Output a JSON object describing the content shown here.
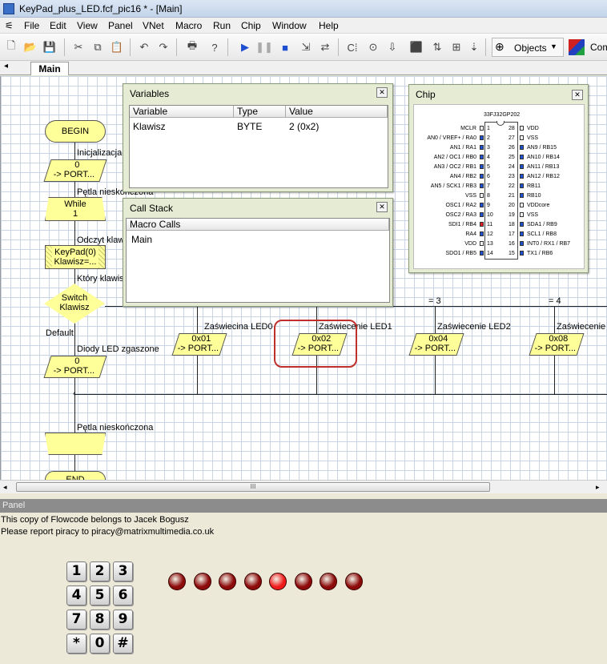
{
  "window": {
    "title": "KeyPad_plus_LED.fcf_pic16 * - [Main]"
  },
  "menu": [
    "File",
    "Edit",
    "View",
    "Panel",
    "VNet",
    "Macro",
    "Run",
    "Chip",
    "Window",
    "Help"
  ],
  "toolbar": {
    "objects_label": "Objects",
    "components_label": "Com"
  },
  "tabs": [
    {
      "label": "Main"
    }
  ],
  "flow": {
    "begin": "BEGIN",
    "init_label": "Inicjalizacja",
    "init_box": [
      "0",
      "-> PORT..."
    ],
    "loop_label": "Pętla nieskończona",
    "while_box": [
      "While",
      "1"
    ],
    "read_label": "Odczyt klaw",
    "keypad_box": [
      "KeyPad(0)",
      "Klawisz=..."
    ],
    "which_label": "Który klawis",
    "switch_box": [
      "Switch",
      "Klawisz"
    ],
    "default_label": "Default",
    "leds_off_label": "Diody LED zgaszone",
    "default_box": [
      "0",
      "-> PORT..."
    ],
    "eq3": "= 3",
    "eq4": "= 4",
    "cases": [
      {
        "label": "Zaświecina LED0",
        "box": [
          "0x01",
          "-> PORT..."
        ]
      },
      {
        "label": "Zaświecenie LED1",
        "box": [
          "0x02",
          "-> PORT..."
        ]
      },
      {
        "label": "Zaświecenie LED2",
        "box": [
          "0x04",
          "-> PORT..."
        ]
      },
      {
        "label": "Zaświecenie",
        "box": [
          "0x08",
          "-> PORT..."
        ]
      }
    ],
    "loop_end_label": "Pętla nieskończona",
    "end_partial": "END"
  },
  "variables_window": {
    "title": "Variables",
    "columns": [
      "Variable",
      "Type",
      "Value"
    ],
    "rows": [
      {
        "variable": "Klawisz",
        "type": "BYTE",
        "value": "2 (0x2)"
      }
    ]
  },
  "callstack_window": {
    "title": "Call Stack",
    "column": "Macro Calls",
    "rows": [
      "Main"
    ]
  },
  "chip_window": {
    "title": "Chip",
    "chip_name": "33FJ32GP202",
    "left_pins": [
      {
        "n": "1",
        "name": "MCLR",
        "c": "#ffffff"
      },
      {
        "n": "2",
        "name": "AN0 / VREF+ / RA0",
        "c": "#1f4fd1"
      },
      {
        "n": "3",
        "name": "AN1 / RA1",
        "c": "#1f4fd1"
      },
      {
        "n": "4",
        "name": "AN2 / OC1 / RB0",
        "c": "#1f4fd1"
      },
      {
        "n": "5",
        "name": "AN3 / OC2 / RB1",
        "c": "#1f4fd1"
      },
      {
        "n": "6",
        "name": "AN4 / RB2",
        "c": "#1f4fd1"
      },
      {
        "n": "7",
        "name": "AN5 / SCK1 / RB3",
        "c": "#1f4fd1"
      },
      {
        "n": "8",
        "name": "VSS",
        "c": "#ffffff"
      },
      {
        "n": "9",
        "name": "OSC1 / RA2",
        "c": "#1f4fd1"
      },
      {
        "n": "10",
        "name": "OSC2 / RA3",
        "c": "#1f4fd1"
      },
      {
        "n": "11",
        "name": "SDI1 / RB4",
        "c": "#e02020"
      },
      {
        "n": "12",
        "name": "RA4",
        "c": "#1f4fd1"
      },
      {
        "n": "13",
        "name": "VDD",
        "c": "#ffffff"
      },
      {
        "n": "14",
        "name": "SDO1 / RB5",
        "c": "#1f4fd1"
      }
    ],
    "right_pins": [
      {
        "n": "28",
        "name": "VDD",
        "c": "#ffffff"
      },
      {
        "n": "27",
        "name": "VSS",
        "c": "#ffffff"
      },
      {
        "n": "26",
        "name": "AN9 / RB15",
        "c": "#1f4fd1"
      },
      {
        "n": "25",
        "name": "AN10 / RB14",
        "c": "#1f4fd1"
      },
      {
        "n": "24",
        "name": "AN11 / RB13",
        "c": "#1f4fd1"
      },
      {
        "n": "23",
        "name": "AN12 / RB12",
        "c": "#1f4fd1"
      },
      {
        "n": "22",
        "name": "RB11",
        "c": "#1f4fd1"
      },
      {
        "n": "21",
        "name": "RB10",
        "c": "#1f4fd1"
      },
      {
        "n": "20",
        "name": "VDDcore",
        "c": "#ffffff"
      },
      {
        "n": "19",
        "name": "VSS",
        "c": "#ffffff"
      },
      {
        "n": "18",
        "name": "SDA1 / RB9",
        "c": "#1f4fd1"
      },
      {
        "n": "17",
        "name": "SCL1 / RB8",
        "c": "#1f4fd1"
      },
      {
        "n": "16",
        "name": "INT0 / RX1 / RB7",
        "c": "#1f4fd1"
      },
      {
        "n": "15",
        "name": "TX1 / RB6",
        "c": "#1f4fd1"
      }
    ]
  },
  "panel": {
    "title": "Panel",
    "notice_line1": "This copy of Flowcode belongs to Jacek Bogusz",
    "notice_line2": "Please report piracy to piracy@matrixmultimedia.co.uk",
    "keypad": [
      "1",
      "2",
      "3",
      "4",
      "5",
      "6",
      "7",
      "8",
      "9",
      "*",
      "0",
      "#"
    ],
    "leds": [
      false,
      false,
      false,
      false,
      true,
      false,
      false,
      false
    ],
    "led_off_color": "#8c0a0a",
    "led_on_color": "#f01a1a"
  },
  "scrollbar": {
    "grip": "III"
  }
}
